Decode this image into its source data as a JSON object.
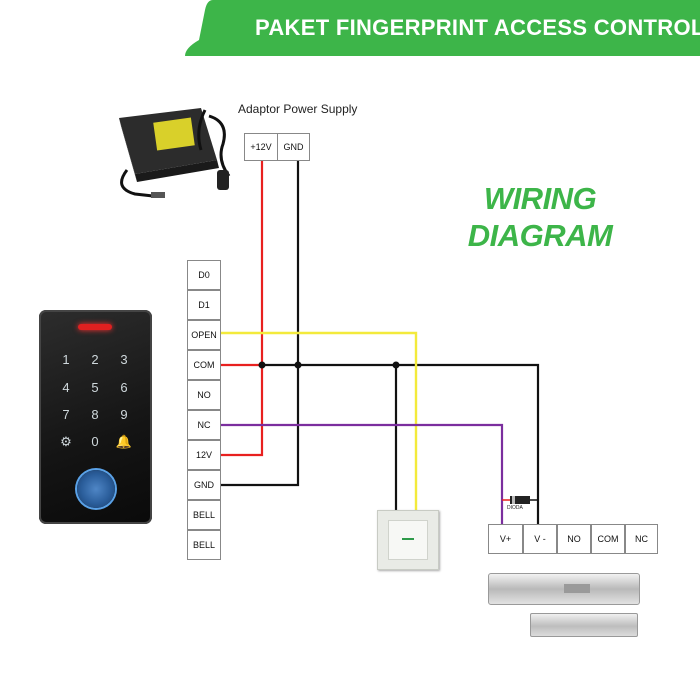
{
  "banner": {
    "title": "PAKET FINGERPRINT ACCESS CONTROL",
    "color": "#3db549"
  },
  "diagram_title": {
    "line1": "WIRING",
    "line2": "DIAGRAM",
    "color": "#3db549"
  },
  "adaptor": {
    "label": "Adaptor Power Supply",
    "terminals": [
      "+12V",
      "GND"
    ]
  },
  "controller_terminals": [
    "D0",
    "D1",
    "OPEN",
    "COM",
    "NO",
    "NC",
    "12V",
    "GND",
    "BELL",
    "BELL"
  ],
  "lock_terminals": [
    "V+",
    "V -",
    "NO",
    "COM",
    "NC"
  ],
  "diode_label": "DIODA",
  "keypad": {
    "keys": [
      "1",
      "2",
      "3",
      "4",
      "5",
      "6",
      "7",
      "8",
      "9",
      "⚙",
      "0",
      "🔔"
    ]
  },
  "wire_colors": {
    "red": "#e8201f",
    "black": "#111111",
    "yellow": "#f3ea3b",
    "purple": "#7b2e9e"
  }
}
